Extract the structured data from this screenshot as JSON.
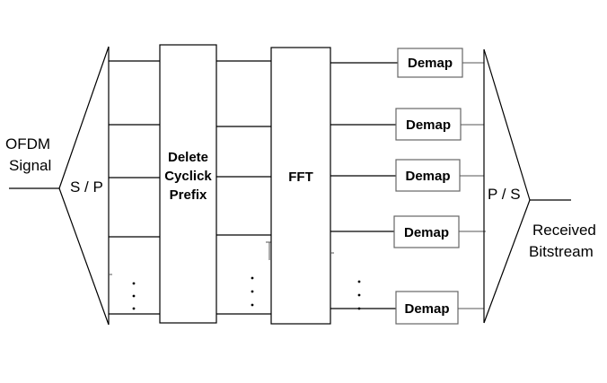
{
  "input": {
    "line1": "OFDM",
    "line2": "Signal"
  },
  "sp": {
    "label": "S / P"
  },
  "delete_cp": {
    "line1": "Delete",
    "line2": "Cyclick",
    "line3": "Prefix"
  },
  "fft": {
    "label": "FFT"
  },
  "demap": {
    "labels": [
      "Demap",
      "Demap",
      "Demap",
      "Demap",
      "Demap"
    ]
  },
  "ps": {
    "label": "P / S"
  },
  "output": {
    "line1": "Received",
    "line2": "Bitstream"
  }
}
